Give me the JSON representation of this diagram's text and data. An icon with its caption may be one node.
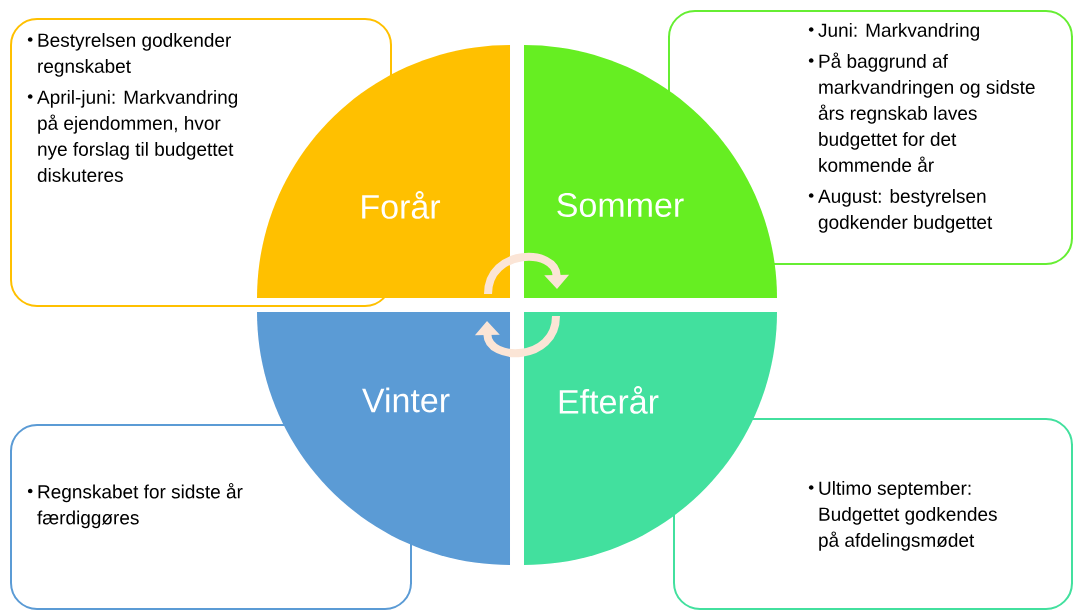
{
  "diagram": {
    "nodes": [
      {
        "text": [
          "Bestyrelsen godkender regnskabet",
          "April-juni: Markvandring på ejendommen, hvor nye forslag til budgettet diskuteres"
        ]
      },
      {
        "text": [
          "Juni: Markvandring",
          "På baggrund af markvandringen og sidste års regnskab laves budgettet for det kommende år",
          "August: bestyrelsen godkender budgettet"
        ]
      },
      {
        "text": [
          "Regnskabet for sidste år færdiggøres"
        ]
      },
      {
        "text": [
          "Ultimo september: Budgettet godkendes på afdelingsmødet"
        ]
      },
      {
        "text": [
          "Forår"
        ]
      },
      {
        "text": [
          "Sommer"
        ]
      },
      {
        "text": [
          "Vinter"
        ]
      },
      {
        "text": [
          "Efterår"
        ]
      }
    ],
    "edges": [
      {
        "from": 4,
        "to": 5,
        "arrow": "to"
      },
      {
        "from": 7,
        "to": 6,
        "arrow": "to"
      }
    ]
  }
}
